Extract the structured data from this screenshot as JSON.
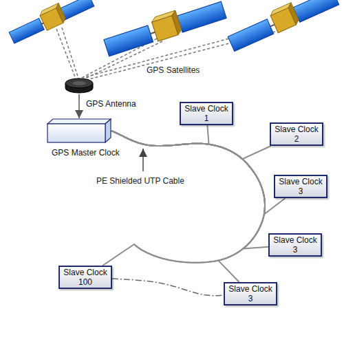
{
  "diagram": {
    "nodes": [
      {
        "text": [
          "GPS Antenna"
        ]
      },
      {
        "text": [
          "GPS Master Clock"
        ]
      },
      {
        "text": [
          "Slave Clock 1"
        ]
      },
      {
        "text": [
          "Slave Clock 2"
        ]
      },
      {
        "text": [
          "Slave Clock 3"
        ]
      },
      {
        "text": [
          "Slave Clock 3"
        ]
      },
      {
        "text": [
          "Slave Clock 100"
        ]
      },
      {
        "text": [
          "Slave Clock 3"
        ]
      }
    ],
    "edges": [
      {
        "from": 0,
        "to": 1,
        "arrow": "to"
      },
      {
        "from": 1,
        "to": 2,
        "arrow": "none"
      },
      {
        "from": 1,
        "to": 3,
        "arrow": "none"
      },
      {
        "from": 1,
        "to": 4,
        "arrow": "none"
      },
      {
        "from": 1,
        "to": 5,
        "arrow": "none"
      },
      {
        "from": 1,
        "to": 6,
        "arrow": "none"
      },
      {
        "from": 1,
        "to": 7,
        "arrow": "none"
      },
      {
        "from": 6,
        "to": 7,
        "arrow": "none"
      }
    ],
    "labels": [
      "GPS Satellites",
      "PE Shielded UTP Cable"
    ]
  }
}
